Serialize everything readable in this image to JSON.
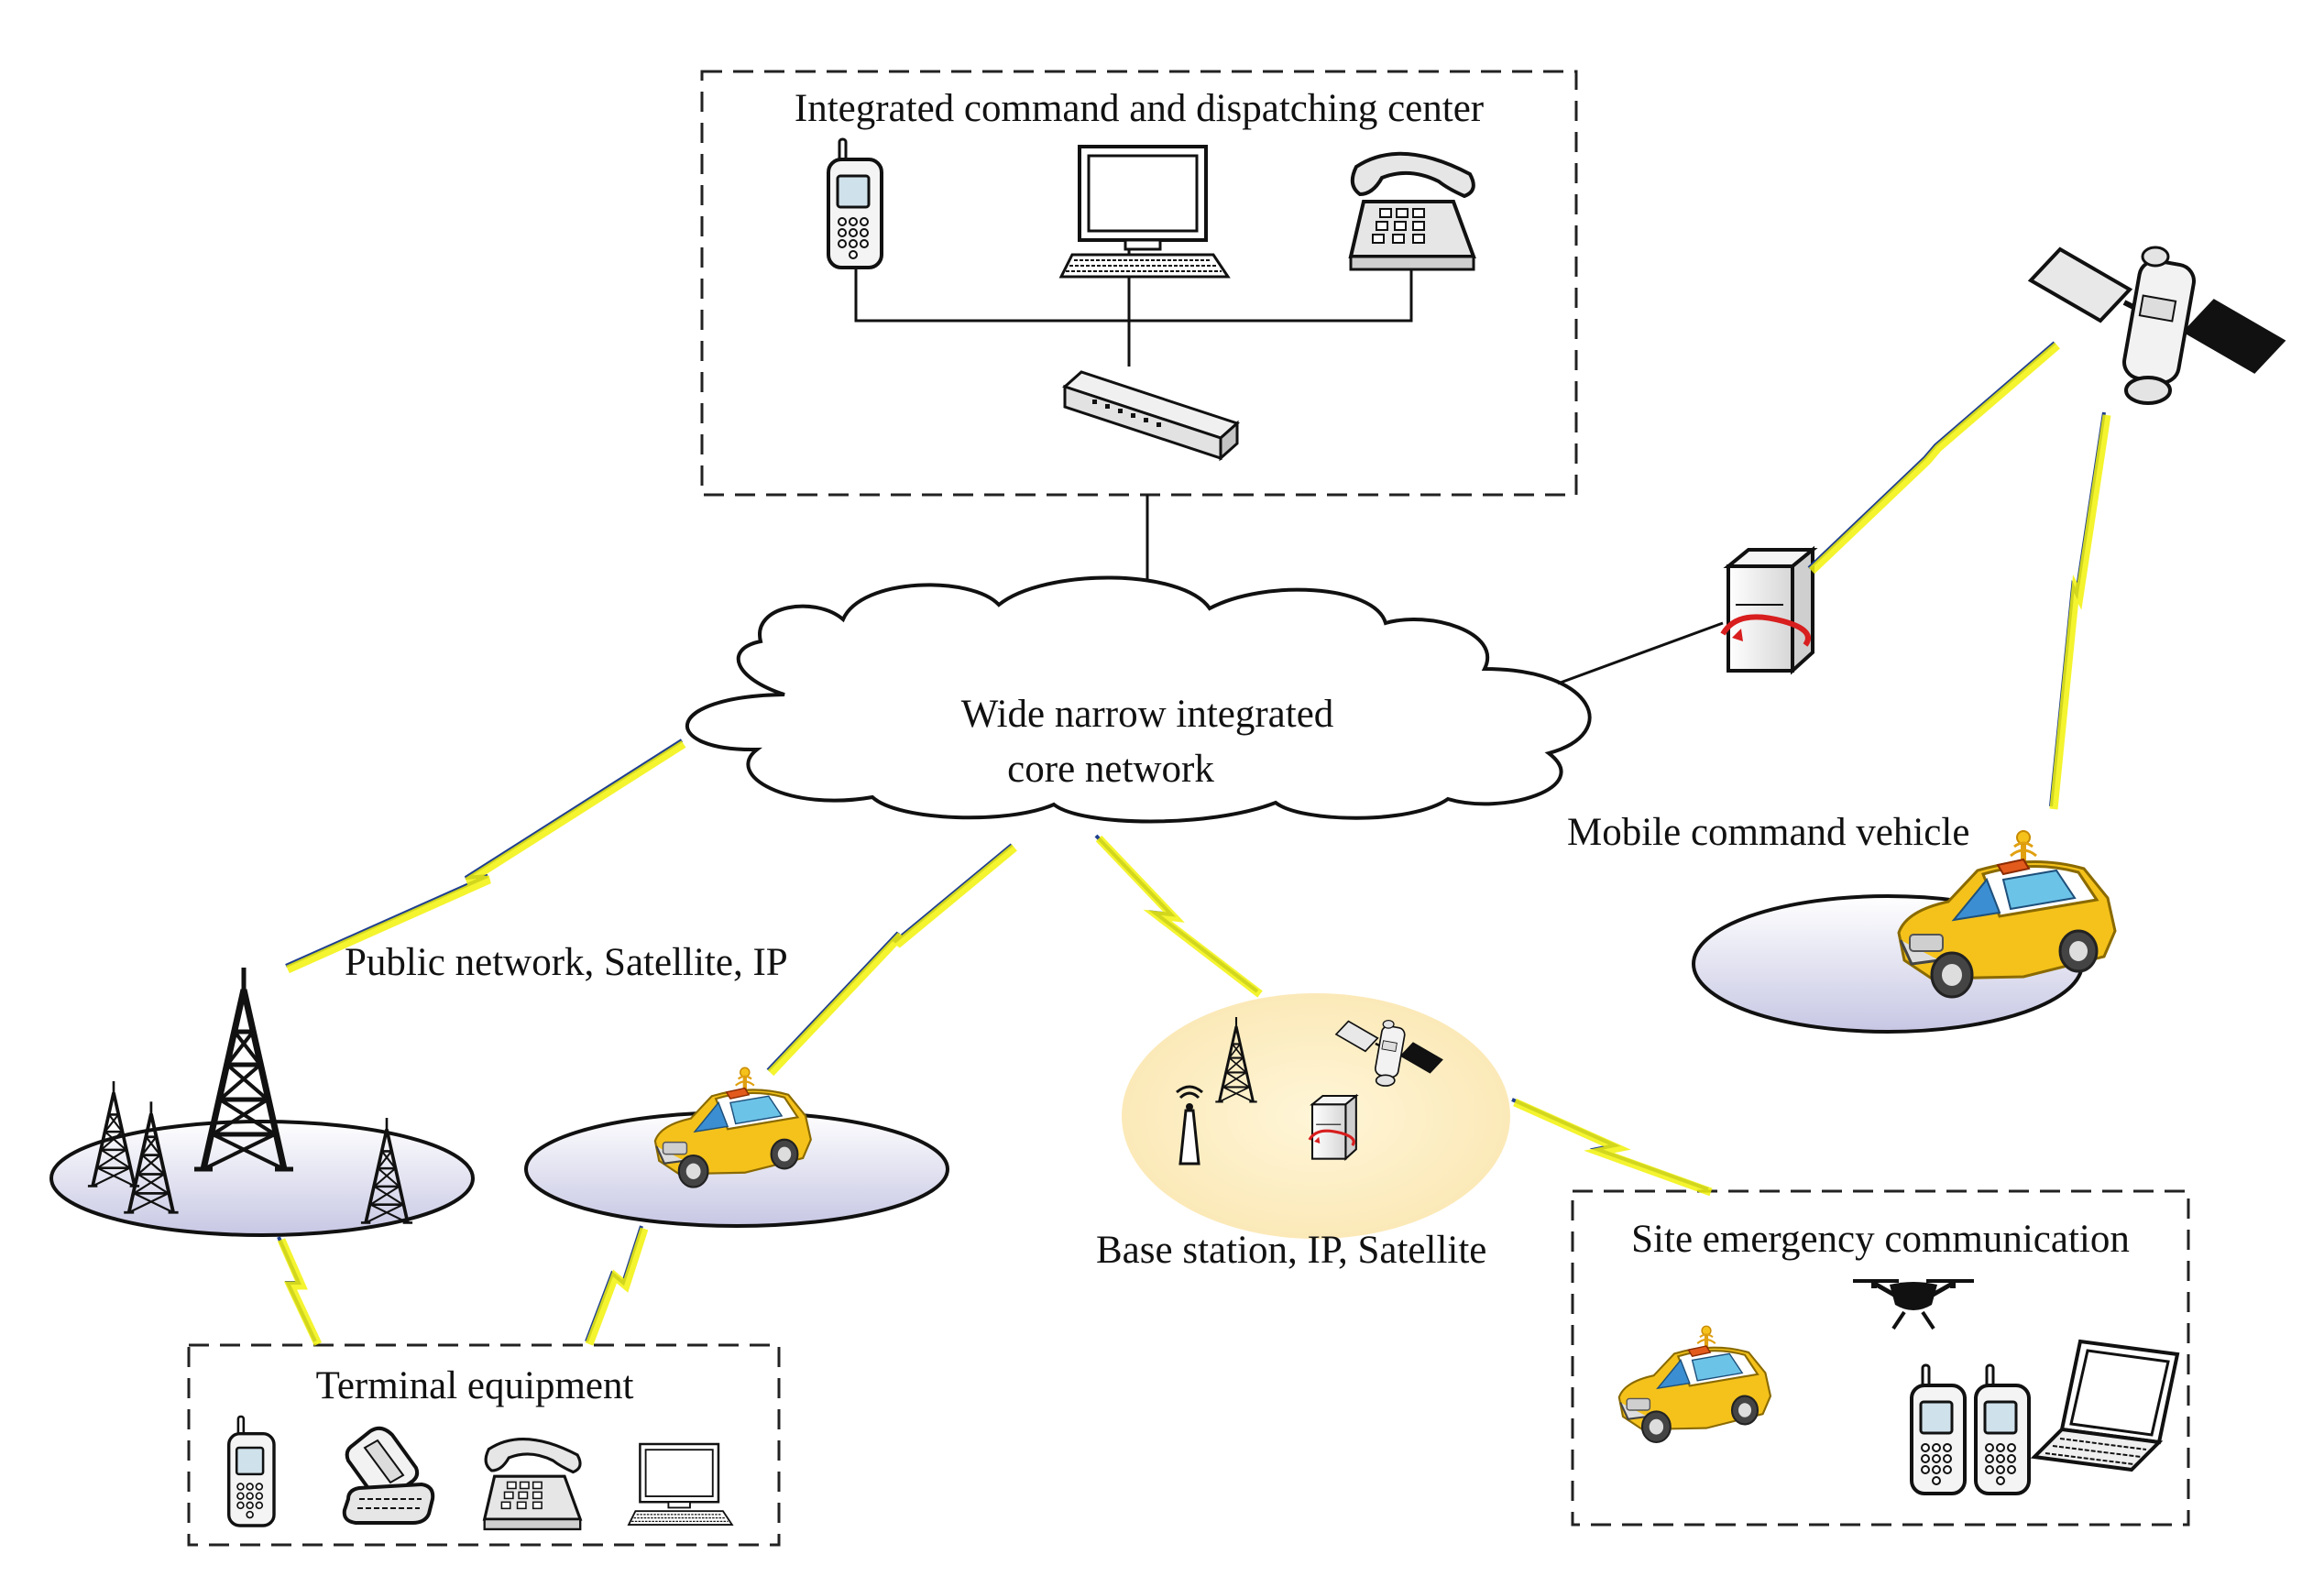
{
  "labels": {
    "command_center": "Integrated command and dispatching center",
    "core_network_line1": "Wide narrow integrated",
    "core_network_line2": "core network",
    "mobile_vehicle": "Mobile command vehicle",
    "public_network": "Public network, Satellite, IP",
    "base_station": "Base station, IP, Satellite",
    "site_emergency": "Site emergency communication",
    "terminal_equipment": "Terminal equipment"
  },
  "colors": {
    "link_line": "#1f3f8f",
    "lightning": "#f2f20a",
    "ellipse_fill_top": "#ffffff",
    "ellipse_fill_bottom": "#c9c9e6",
    "base_station_fill": "#fcefc4",
    "car_body": "#f5c21b",
    "car_stripe": "#e25a1c"
  },
  "icons": [
    "cell-phone-icon",
    "desktop-computer-icon",
    "desk-telephone-icon",
    "network-switch-icon",
    "satellite-icon",
    "server-icon",
    "radio-tower-icon",
    "taxi-car-icon",
    "drone-icon",
    "laptop-icon",
    "flip-phone-icon"
  ]
}
